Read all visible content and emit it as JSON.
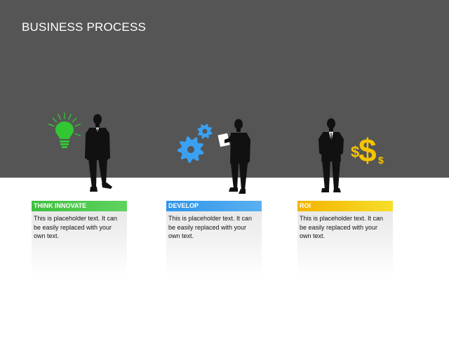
{
  "slide": {
    "title": "BUSINESS PROCESS",
    "band_color": "#555555"
  },
  "steps": [
    {
      "title": "THINK INNOVATE",
      "accent": "#3fbf3f",
      "accent_light": "#5fd35f",
      "icon": "lightbulb-icon",
      "text": "This is placeholder text. It can be easily replaced with your own text."
    },
    {
      "title": "DEVELOP",
      "accent": "#2f96ea",
      "accent_light": "#5ab0f0",
      "icon": "gears-icon",
      "text": "This is placeholder text. It can be easily replaced with your own text."
    },
    {
      "title": "ROI",
      "accent": "#f2b400",
      "accent_light": "#f7de2a",
      "icon": "dollar-signs-icon",
      "text": "This is placeholder text. It can be easily replaced with your own text."
    }
  ],
  "icons": {
    "bulb_color": "#33c633",
    "gear_color": "#3aa0f2",
    "dollar_color": "#f5c400",
    "dollar_glyph": "$"
  }
}
